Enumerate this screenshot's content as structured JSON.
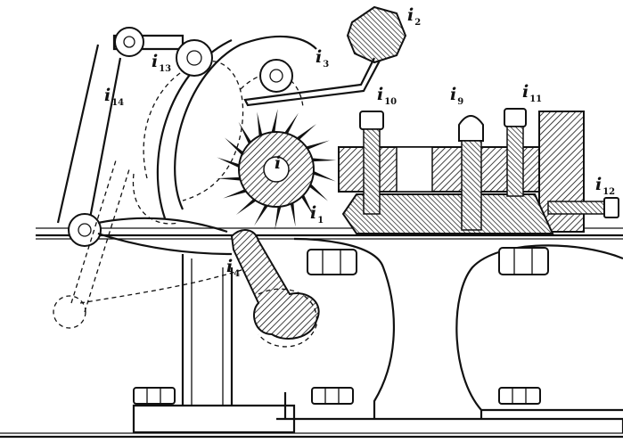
{
  "labels": {
    "i": {
      "base": "i",
      "sub": ""
    },
    "i1": {
      "base": "i",
      "sub": "1"
    },
    "i2": {
      "base": "i",
      "sub": "2"
    },
    "i3": {
      "base": "i",
      "sub": "3"
    },
    "i4": {
      "base": "i",
      "sub": "4"
    },
    "i9": {
      "base": "i",
      "sub": "9"
    },
    "i10": {
      "base": "i",
      "sub": "10"
    },
    "i11": {
      "base": "i",
      "sub": "11"
    },
    "i12": {
      "base": "i",
      "sub": "12"
    },
    "i13": {
      "base": "i",
      "sub": "13"
    },
    "i14": {
      "base": "i",
      "sub": "14"
    }
  },
  "style": {
    "ink": "#111111",
    "paper": "#ffffff"
  }
}
